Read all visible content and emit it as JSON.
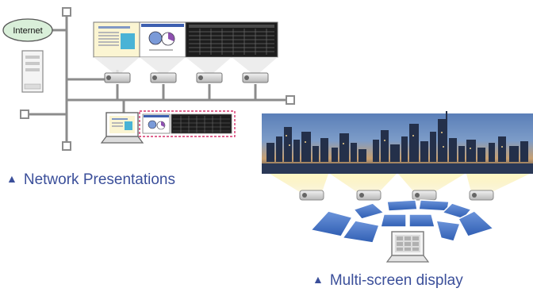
{
  "network": {
    "internet_label": "Internet",
    "caption": "Network Presentations",
    "caption_marker": "▲"
  },
  "multiscreen": {
    "caption": "Multi-screen display",
    "caption_marker": "▲"
  },
  "colors": {
    "line": "#8c8c8c",
    "caption": "#3b4f9a",
    "internet_fill": "#d9efd9",
    "highlight": "#d6336c",
    "beam": "#f3ecb8",
    "screen_tiles": "#3a6bc4"
  }
}
